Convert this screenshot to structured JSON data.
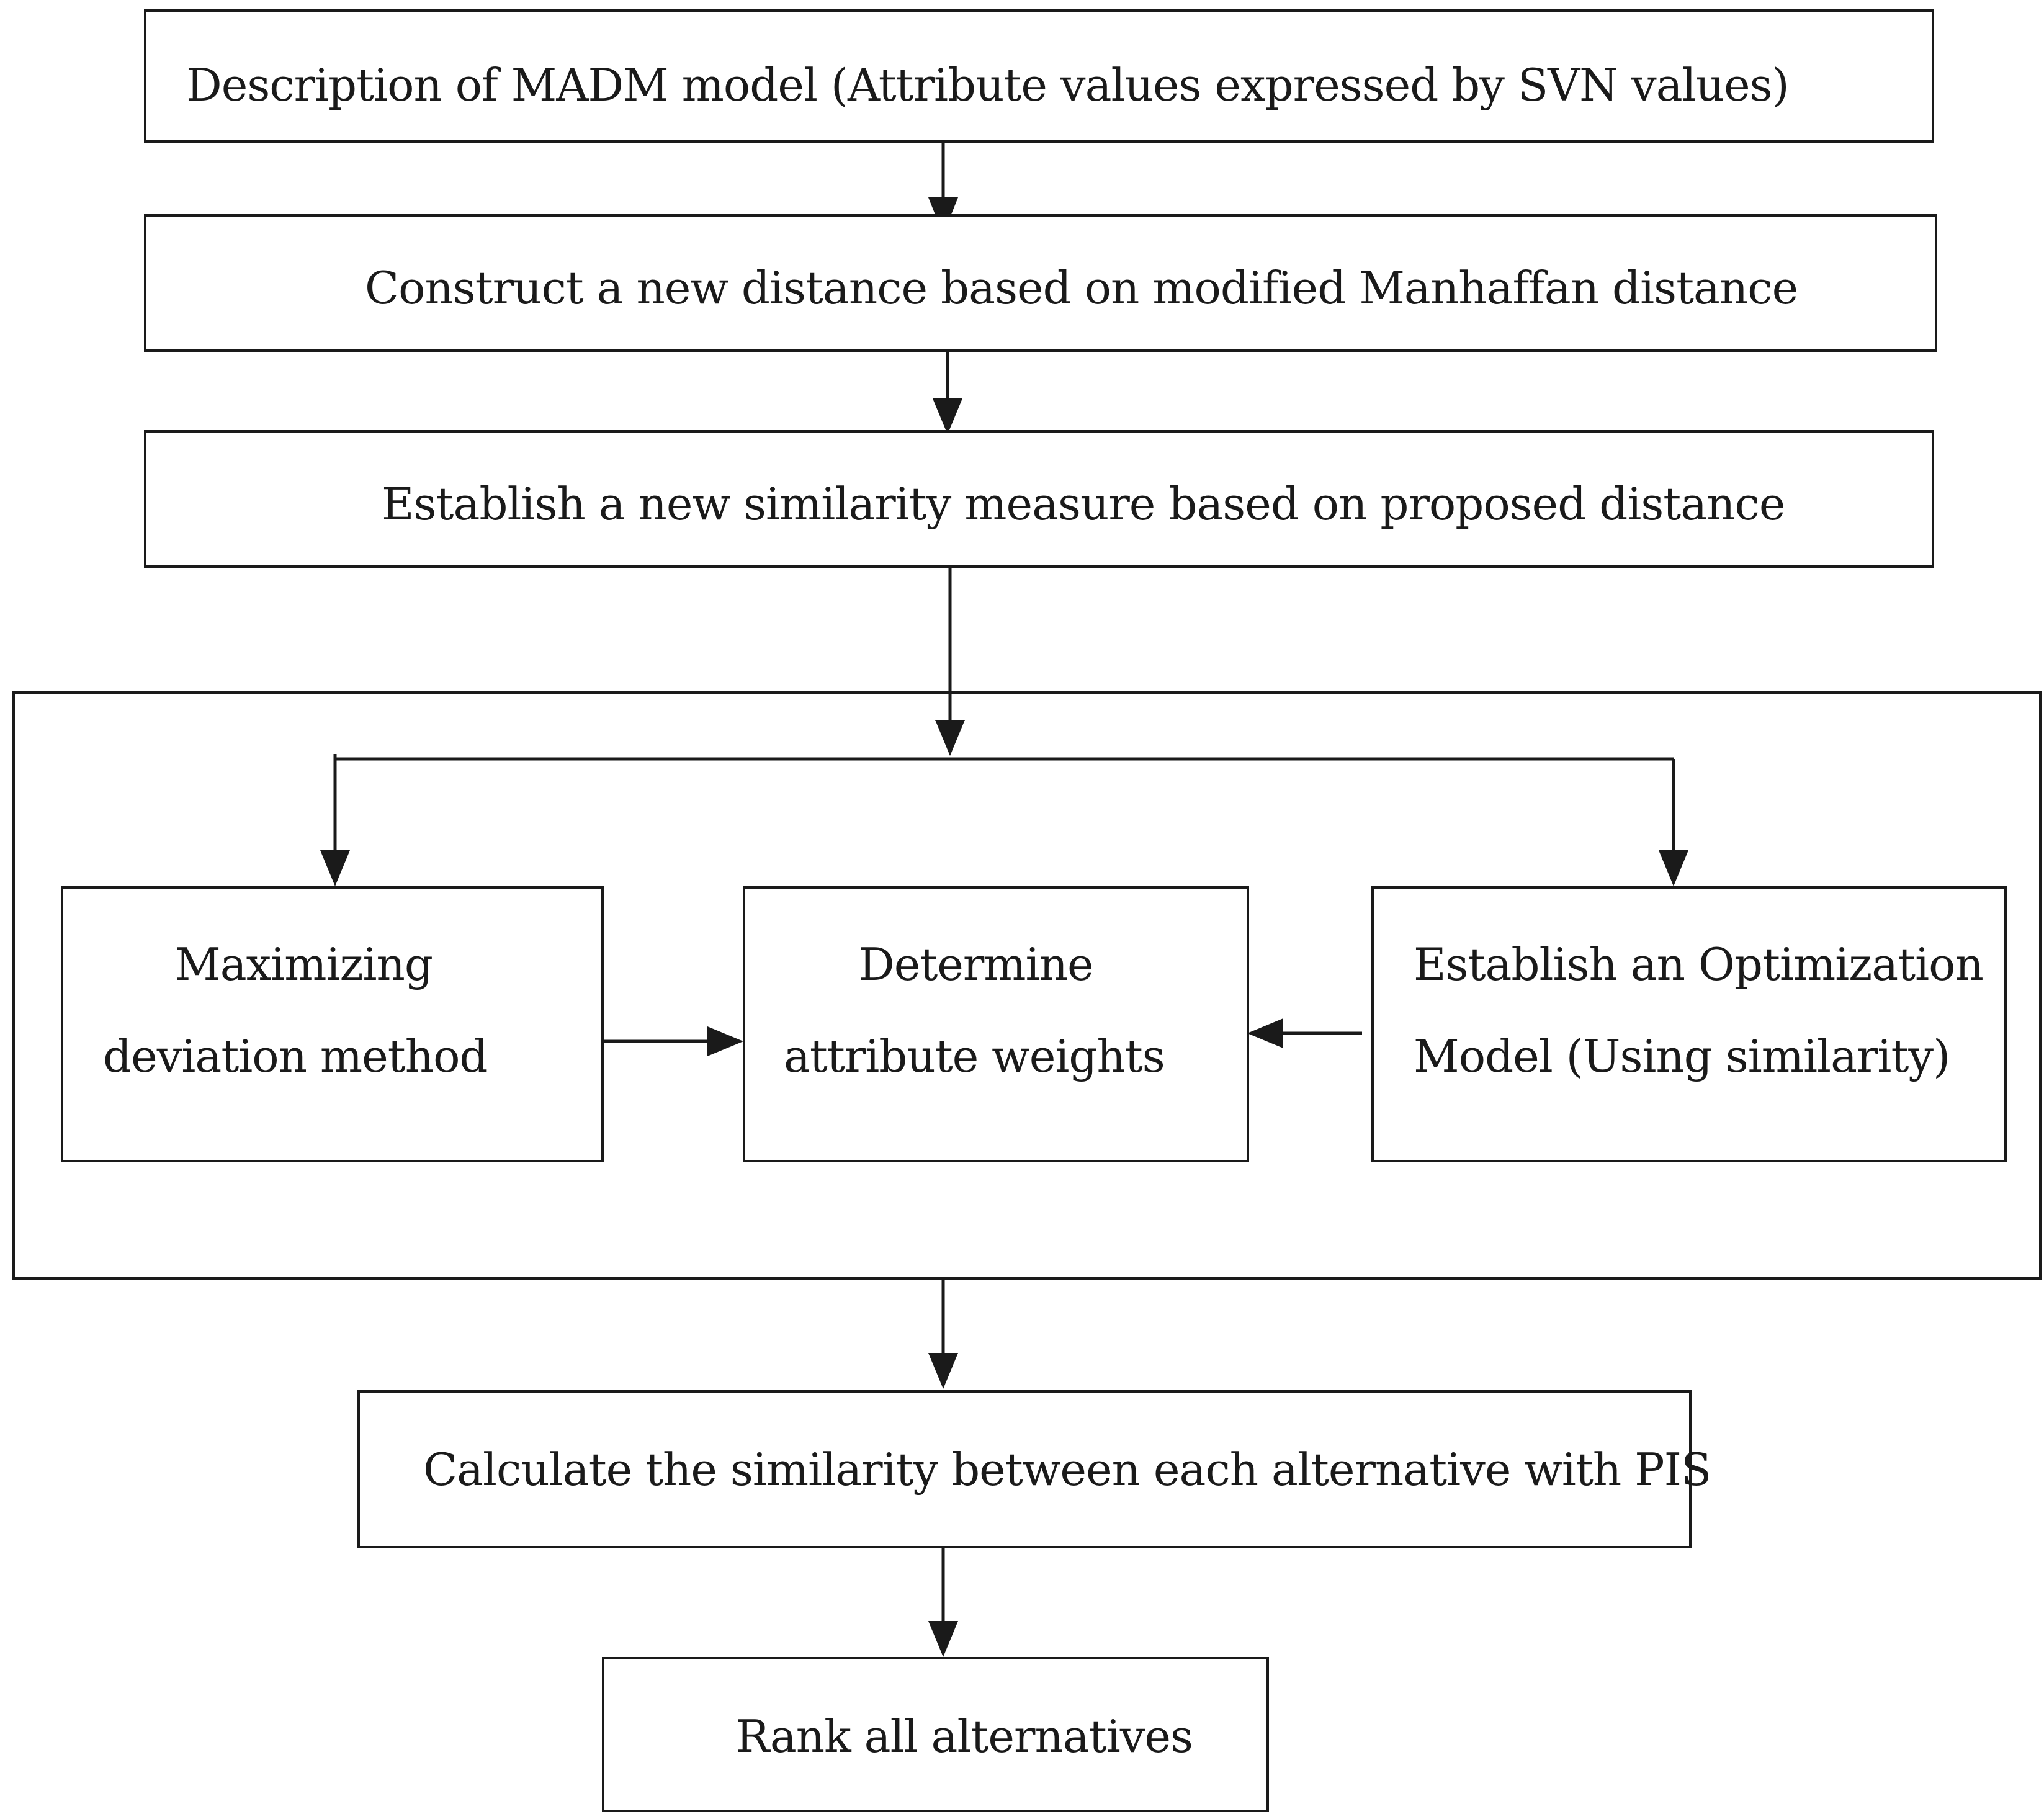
{
  "flowchart": {
    "steps": {
      "describe_model": "Description of MADM model (Attribute values expressed by SVN values)",
      "construct_distance": "Construct a new distance based on modified Manhaffan distance",
      "establish_similarity": "Establish a new similarity measure based on proposed distance",
      "maximizing_deviation": {
        "line1": "Maximizing",
        "line2": "deviation method"
      },
      "determine_weights": {
        "line1": "Determine",
        "line2": "attribute weights"
      },
      "optimization_model": {
        "line1": "Establish an Optimization",
        "line2": "Model (Using similarity)"
      },
      "calculate_similarity": "Calculate the similarity between each alternative with PIS",
      "rank_alternatives": "Rank all alternatives"
    }
  }
}
